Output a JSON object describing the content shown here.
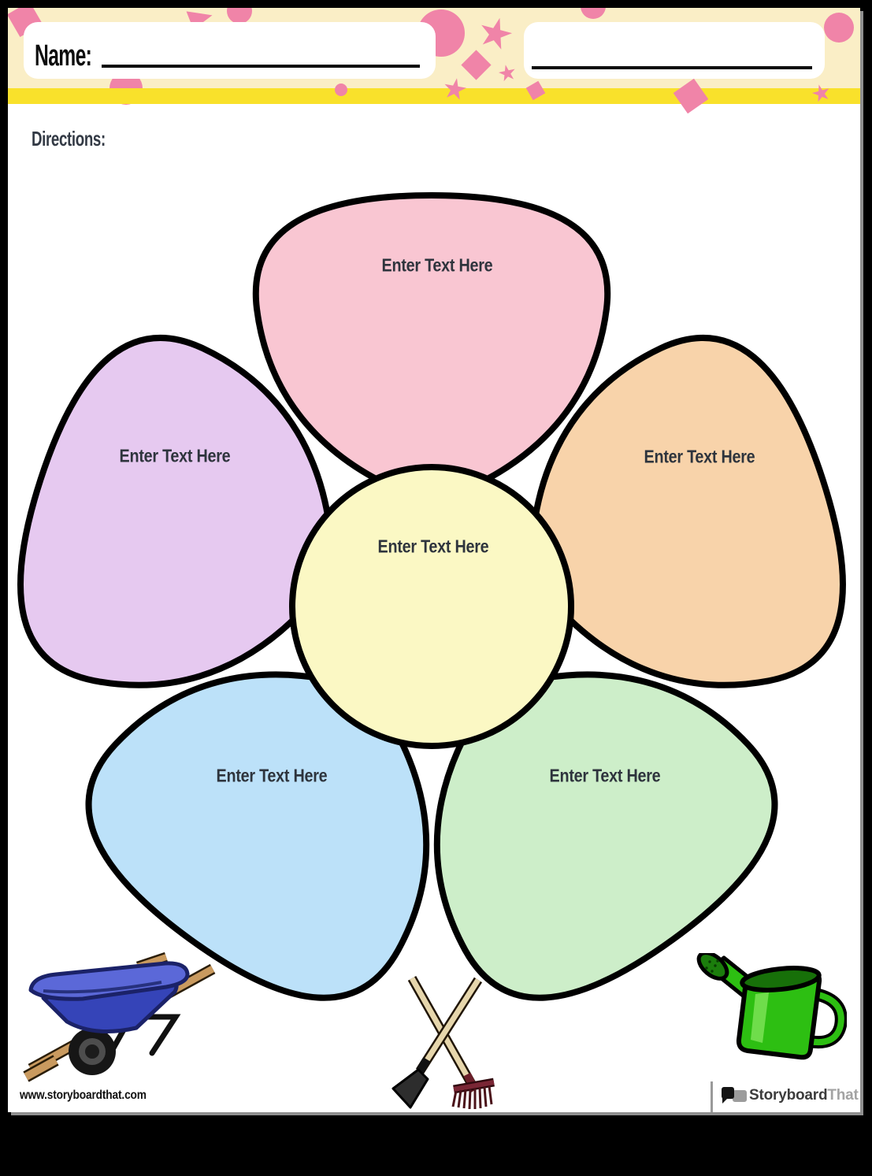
{
  "header": {
    "name_label": "Name:",
    "band_color": "#faeec6",
    "stripe_color": "#f9e12b",
    "decor_color": "#f084a8"
  },
  "directions_label": "Directions:",
  "flower": {
    "outline_color": "#000000",
    "text_color": "#2e343d",
    "center": {
      "label": "Enter Text Here",
      "fill": "#fbf8c4"
    },
    "petals": [
      {
        "position": "top",
        "label": "Enter Text Here",
        "fill": "#f9c6d2"
      },
      {
        "position": "upper-left",
        "label": "Enter Text Here",
        "fill": "#e6c9f0"
      },
      {
        "position": "upper-right",
        "label": "Enter Text Here",
        "fill": "#f8d3aa"
      },
      {
        "position": "lower-left",
        "label": "Enter Text Here",
        "fill": "#bce1f9"
      },
      {
        "position": "lower-right",
        "label": "Enter Text Here",
        "fill": "#cdeec9"
      }
    ]
  },
  "clipart": {
    "wheelbarrow": "blue-wheelbarrow-image",
    "garden_tools": "crossed-hoe-and-rake-image",
    "watering_can": "green-watering-can-image"
  },
  "footer": {
    "website": "www.storyboardthat.com",
    "logo_text_primary": "Storyboard",
    "logo_text_secondary": "That"
  }
}
